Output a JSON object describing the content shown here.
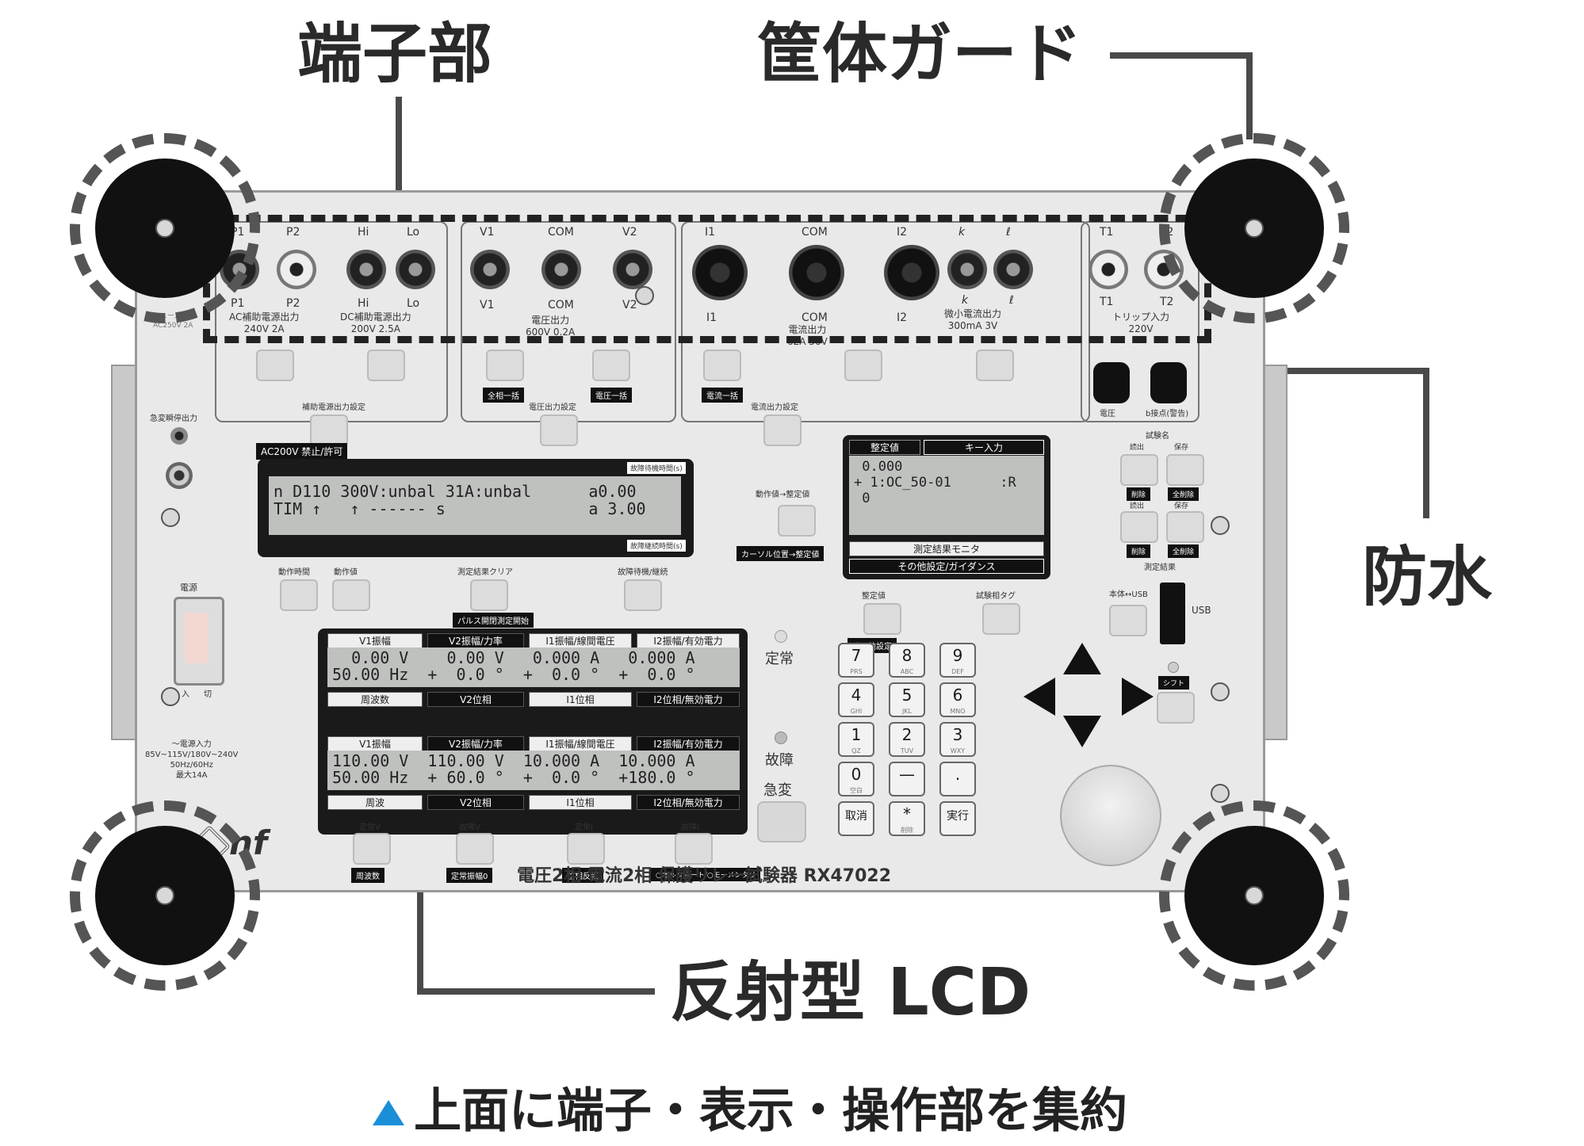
{
  "callouts": {
    "terminal": "端子部",
    "guard": "筐体ガード",
    "waterproof": "防水",
    "lcd": "反射型 LCD"
  },
  "caption": "上面に端子・表示・操作部を集約",
  "brand": "nf",
  "model_line": "電圧2相 電流2相 保護リレー試験器 RX47022",
  "fuse_label": "ヒューズ\nAC250V 2A",
  "terminals": {
    "aux": {
      "top_labels": [
        "P1",
        "P2",
        "Hi",
        "Lo"
      ],
      "bottom_labels": [
        "P1",
        "P2",
        "Hi",
        "Lo"
      ],
      "ac_note": "AC補助電源出力\n240V 2A",
      "dc_note": "DC補助電源出力\n200V 2.5A",
      "button": "補助電源出力設定"
    },
    "voltage": {
      "top_labels": [
        "V1",
        "COM",
        "V2"
      ],
      "bottom_labels": [
        "V1",
        "COM",
        "V2"
      ],
      "note": "電圧出力\n600V 0.2A",
      "buttons": [
        "全相一括",
        "電圧一括"
      ],
      "set_button": "電圧出力設定"
    },
    "current": {
      "top_labels": [
        "I1",
        "COM",
        "I2",
        "k",
        "ℓ"
      ],
      "bottom_labels": [
        "I1",
        "COM",
        "I2",
        "k",
        "ℓ"
      ],
      "note": "電流出力\n62A 36V",
      "small_note": "微小電流出力\n300mA 3V",
      "buttons": [
        "電流一括"
      ],
      "set_button": "電流出力設定"
    },
    "trip": {
      "top_labels": [
        "T1",
        "T2"
      ],
      "bottom_labels": [
        "T1",
        "T2"
      ],
      "note": "トリップ入力\n220V",
      "knob_labels": [
        "電圧",
        "b接点(警告)"
      ]
    }
  },
  "left_panel": {
    "emergency": "急変瞬停出力",
    "power": "電源",
    "power_on": "入",
    "power_off": "切",
    "ac_input": "～電源入力\n85V~115V/180V~240V\n50Hz/60Hz\n最大14A"
  },
  "lcd1": {
    "header_left": "AC200V 禁止/許可",
    "header_right": "故障待機時間(s)",
    "line1": "n D110 300V:unbal 31A:unbal      a0.00",
    "line2": "TIM ↑   ↑ ------ s               a 3.00",
    "footer_right": "故障継続時間(s)",
    "buttons": [
      "動作時間",
      "動作値",
      "測定結果クリア",
      "故障待機/継続"
    ],
    "pulse": "パルス開閉測定開始"
  },
  "lcd2": {
    "tabs_top": [
      "V1振幅",
      "V2振幅/力率",
      "I1振幅/線間電圧",
      "I2振幅/有効電力"
    ],
    "row1": "  0.00 V    0.00 V   0.000 A   0.000 A",
    "row2": "50.00 Hz  +  0.0 °  +  0.0 °  +  0.0 °",
    "tabs_bottom": [
      "周波数",
      "V2位相",
      "I1位相",
      "I2位相/無効電力"
    ]
  },
  "lcd3": {
    "tabs_top": [
      "V1振幅",
      "V2振幅/力率",
      "I1振幅/線間電圧",
      "I2振幅/有効電力"
    ],
    "row1": "110.00 V  110.00 V  10.000 A  10.000 A",
    "row2": "50.00 Hz  + 60.0 °  +  0.0 °  +180.0 °",
    "tabs_bottom": [
      "周波",
      "V2位相",
      "I1位相",
      "I2位相/無効電力"
    ],
    "buttons_top": [
      "定常V",
      "故障V",
      "定常I",
      "故障I"
    ],
    "buttons_bottom": [
      "周波数",
      "定常振幅0",
      "位相反転",
      "○オルタネート/○モーメンタリ"
    ]
  },
  "right_lcd": {
    "tab_left": "整定値",
    "tab_right": "キー入力",
    "line1": " 0.000",
    "line2": "+ 1:OC_50-01      :R",
    "line3": " 0",
    "footer1": "測定結果モニタ",
    "footer2": "その他設定/ガイダンス",
    "cursor_btn": "カーソル位置→整定値",
    "action_btn": "動作値→整定値",
    "setting": "整定値",
    "other": "その他設定",
    "test_tag": "試験相タグ"
  },
  "right_side": {
    "test_name": "試験名",
    "load": "読出",
    "save": "保存",
    "delete": "削除",
    "delete_all": "全削除",
    "result": "測定結果",
    "usb_switch": "本体↔USB",
    "usb": "USB",
    "shift": "シフト"
  },
  "status": {
    "normal": "定常",
    "fault": "故障",
    "sudden": "急変"
  },
  "keypad": [
    {
      "key": "7",
      "sub": "PRS"
    },
    {
      "key": "8",
      "sub": "ABC"
    },
    {
      "key": "9",
      "sub": "DEF"
    },
    {
      "key": "4",
      "sub": "GHI"
    },
    {
      "key": "5",
      "sub": "JKL"
    },
    {
      "key": "6",
      "sub": "MNO"
    },
    {
      "key": "1",
      "sub": "QZ"
    },
    {
      "key": "2",
      "sub": "TUV"
    },
    {
      "key": "3",
      "sub": "WXY"
    },
    {
      "key": "0",
      "sub": "空白"
    },
    {
      "key": "—",
      "sub": ""
    },
    {
      "key": ".",
      "sub": ""
    },
    {
      "key": "取消",
      "sub": ""
    },
    {
      "key": "*",
      "sub": "削除"
    },
    {
      "key": "実行",
      "sub": ""
    }
  ],
  "colors": {
    "caption_triangle": "#1a8fd8",
    "panel": "#e9e9e9",
    "lcd": "#bfc1bf"
  }
}
